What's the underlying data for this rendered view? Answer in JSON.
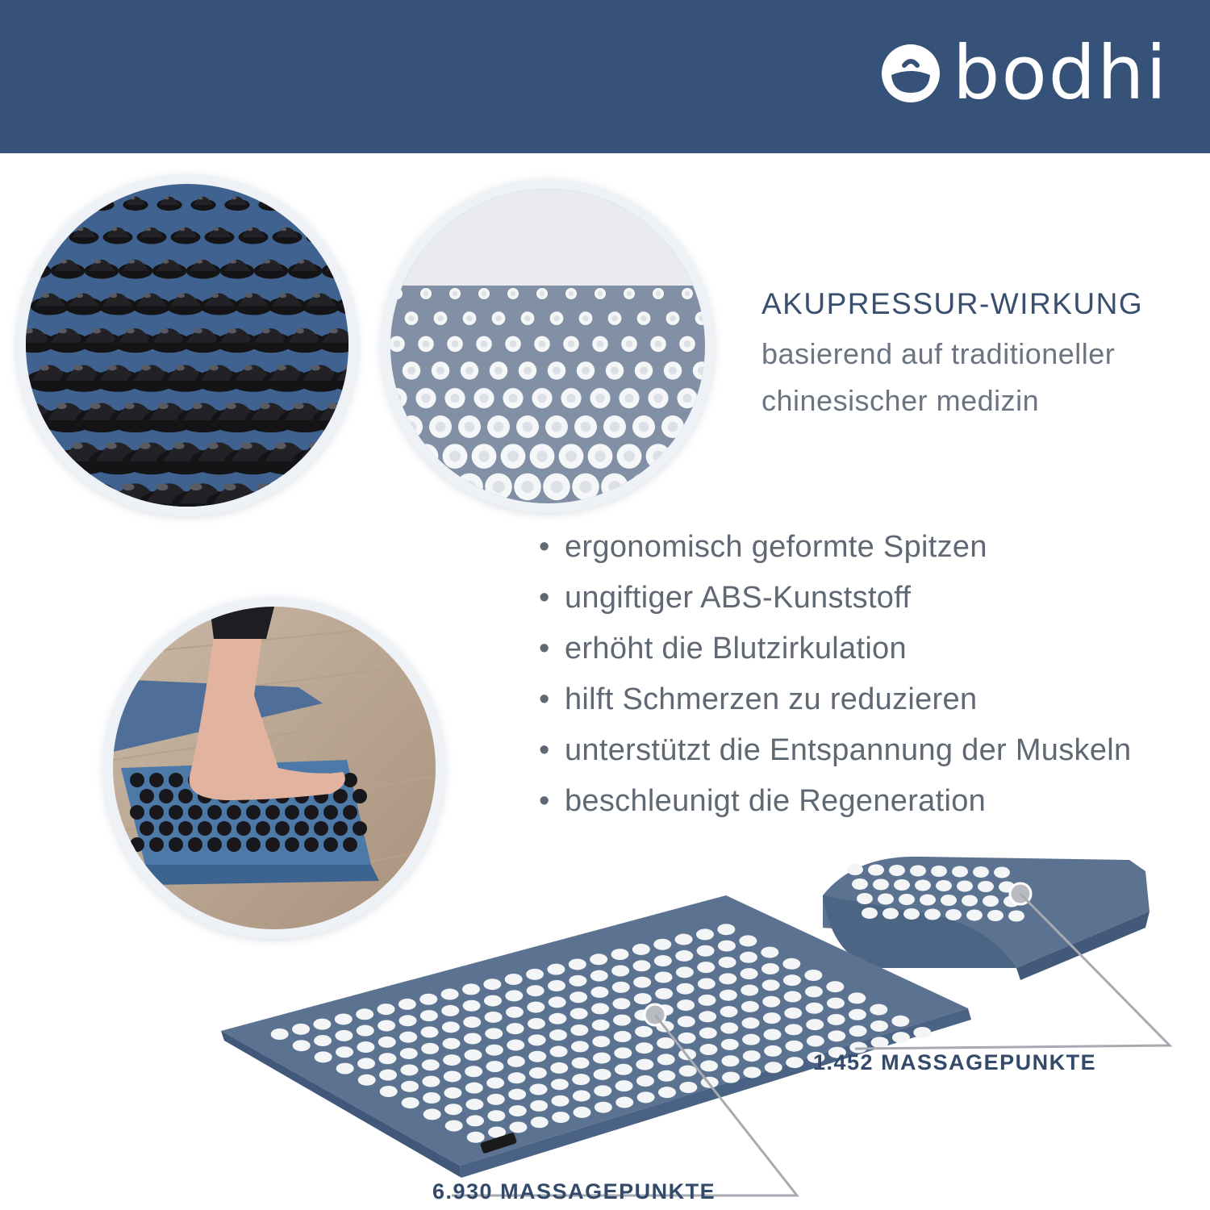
{
  "brand": {
    "name": "bodhi",
    "logo_icon": "bodhi-logo-icon",
    "header_color": "#365278"
  },
  "headline": "AKUPRESSUR-WIRKUNG",
  "subheadline": [
    "basierend auf traditioneller",
    "chinesischer medizin"
  ],
  "features": [
    "ergonomisch geformte Spitzen",
    "ungiftiger ABS-Kunststoff",
    "erhöht die Blutzirkulation",
    "hilft Schmerzen zu reduzieren",
    "unterstützt die Entspannung der Muskeln",
    "beschleunigt die Regeneration"
  ],
  "callouts": {
    "pillow": "1.452 MASSAGEPUNKTE",
    "mat": "6.930 MASSAGEPUNKTE"
  },
  "colors": {
    "mat_blue": "#5b7290",
    "spike_white": "#f4f5f6",
    "text_dark_blue": "#344a6a",
    "text_gray": "#6b7480"
  }
}
